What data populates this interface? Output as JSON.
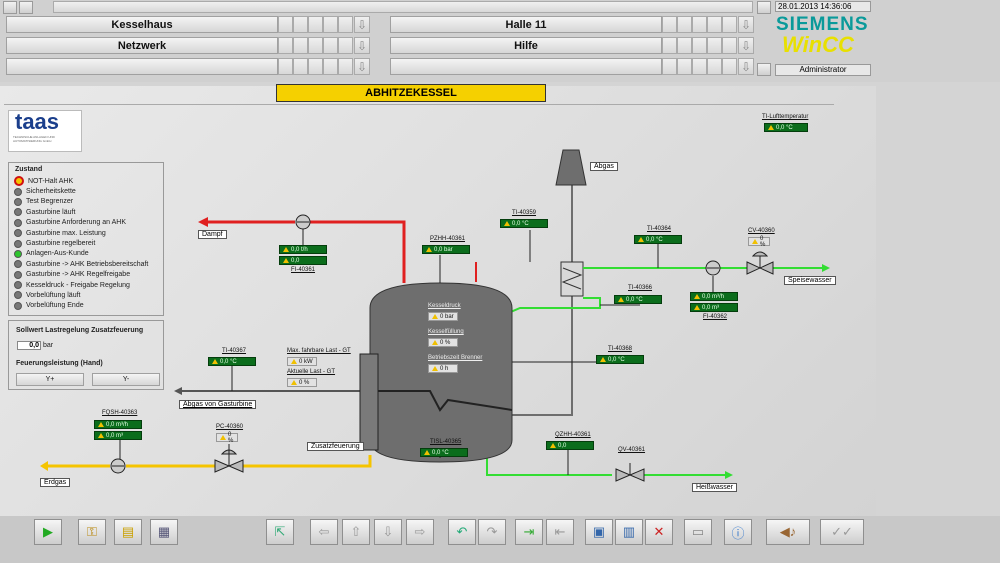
{
  "header": {
    "datetime": "28.01.2013 14:36:06",
    "user": "Administrator",
    "brand": "SIEMENS",
    "product": "WinCC"
  },
  "nav": {
    "kesselhaus": "Kesselhaus",
    "halle": "Halle 11",
    "netzwerk": "Netzwerk",
    "hilfe": "Hilfe"
  },
  "screen_title": "ABHITZEKESSEL",
  "logo": {
    "text": "taas",
    "subtitle": "TECHNISCHE ANLAGEN UND AUTOMATISIERUNG GmbH"
  },
  "status": {
    "title": "Zustand",
    "items": [
      {
        "label": "NOT-Halt AHK",
        "state": "alarm"
      },
      {
        "label": "Sicherheitskette",
        "state": "off"
      },
      {
        "label": "Test Begrenzer",
        "state": "off"
      },
      {
        "label": "Gasturbine läuft",
        "state": "off"
      },
      {
        "label": "Gasturbine Anforderung an AHK",
        "state": "off"
      },
      {
        "label": "Gasturbine max. Leistung",
        "state": "off"
      },
      {
        "label": "Gasturbine regelbereit",
        "state": "off"
      },
      {
        "label": "Anlagen-Aus-Kunde",
        "state": "on"
      },
      {
        "label": "Gasturbine -> AHK Betriebsbereitschaft",
        "state": "off"
      },
      {
        "label": "Gasturbine -> AHK Regelfreigabe",
        "state": "off"
      },
      {
        "label": "Kesseldruck - Freigabe Regelung",
        "state": "off"
      },
      {
        "label": "Vorbelüftung läuft",
        "state": "off"
      },
      {
        "label": "Vorbelüftung Ende",
        "state": "off"
      }
    ]
  },
  "load": {
    "title": "Sollwert Lastregelung Zusatzfeuerung",
    "value": "0,0",
    "unit": "bar",
    "power_title": "Feuerungsleistung (Hand)",
    "plus": "Y+",
    "minus": "Y-"
  },
  "process": {
    "dampf": "Dampf",
    "abgas": "Abgas",
    "speisewasser": "Speisewasser",
    "heisswasser": "Heißwasser",
    "erdgas": "Erdgas",
    "abgas_gt": "Abgas von Gasturbine",
    "zusatzfeuerung": "Zusatzfeuerung",
    "fi_40361_tag": "FI-40361",
    "fi_40361_v1": "0,0 t/h",
    "fi_40361_v2": "0,0",
    "pzhh_tag": "PZHH-40361",
    "pzhh_value": "0,0 bar",
    "ti_40359_tag": "TI-40359",
    "ti_40359_value": "0,0 °C",
    "ti_40364_tag": "TI-40364",
    "ti_40364_value": "0,0 °C",
    "cv_40360_tag": "CV-40360",
    "cv_40360_value": "0 %",
    "ti_40366_tag": "TI-40366",
    "ti_40366_value": "0,0 °C",
    "fi_40362_tag": "FI-40362",
    "fi_40362_v1": "0,0 m³/h",
    "fi_40362_v2": "0,0 m³",
    "ti_40368_tag": "TI-40368",
    "ti_40368_value": "0,0 °C",
    "ti_40367_tag": "TI-40367",
    "ti_40367_value": "0,0 °C",
    "maxlast_label": "Max. fahrbare Last - GT",
    "maxlast_value": "0 kW",
    "aktlast_label": "Aktuelle Last - GT",
    "aktlast_value": "0 %",
    "kesseldruck_label": "Kesseldruck",
    "kesseldruck_value": "0 bar",
    "kesselfuell_label": "Kesselfüllung",
    "kesselfuell_value": "0 %",
    "betrieb_label": "Betriebszeit Brenner",
    "betrieb_value": "0 h",
    "tisl_tag": "TISL-40365",
    "tisl_value": "0,0 °C",
    "qzhh_tag": "QZHH-40361",
    "qzhh_value": "0,0",
    "qv_tag": "QV-40361",
    "fqsh_tag": "FQSH-40363",
    "fqsh_v1": "0,0 m³/h",
    "fqsh_v2": "0,0 m³",
    "pc_tag": "PC-40360",
    "pc_value": "0 %",
    "ti_luft_tag": "TI-Lufttemperatur",
    "ti_luft_value": "0,0 °C"
  },
  "colors": {
    "steam": "#e02020",
    "water": "#33dd33",
    "gas": "#f5c400",
    "vessel": "#6e6e6e",
    "title_bg": "#f5d000"
  },
  "toolbar_icons": [
    "start-icon",
    "key-icon",
    "folder-icon",
    "report-icon",
    "screen-return-icon",
    "arrow-left-icon",
    "arrow-up-icon",
    "arrow-down-icon",
    "arrow-right-icon",
    "undo-icon",
    "redo-icon",
    "import-icon",
    "export-icon",
    "open-icon",
    "save-icon",
    "delete-icon",
    "print-icon",
    "info-icon",
    "sound-icon",
    "confirm-icon"
  ]
}
